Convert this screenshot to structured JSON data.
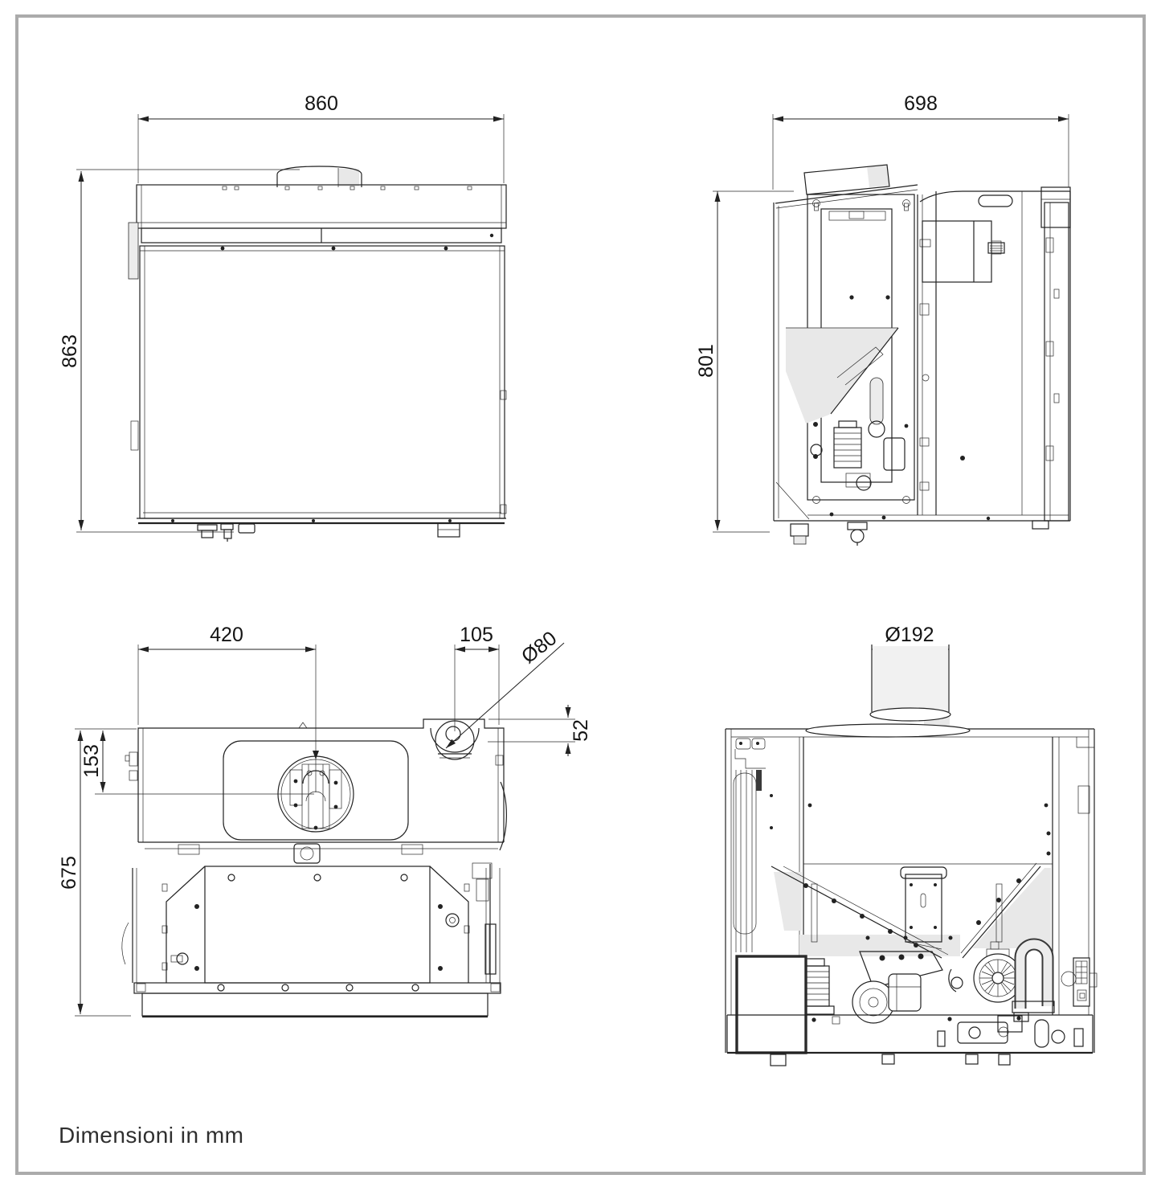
{
  "page": {
    "caption": "Dimensioni in mm"
  },
  "colors": {
    "line": "#222222",
    "shade": "#e8e8e8",
    "frame": "#ababab"
  },
  "views": {
    "front": {
      "width": "860",
      "height": "863"
    },
    "side": {
      "width": "698",
      "height": "801"
    },
    "top": {
      "burner_center_from_left": "420",
      "flue_center_offset": "105",
      "flue_diameter": "Ø80",
      "flue_protrusion": "52",
      "opening_center_from_front": "153",
      "depth": "675"
    },
    "rear": {
      "smoke_outlet_diameter": "Ø192"
    }
  }
}
